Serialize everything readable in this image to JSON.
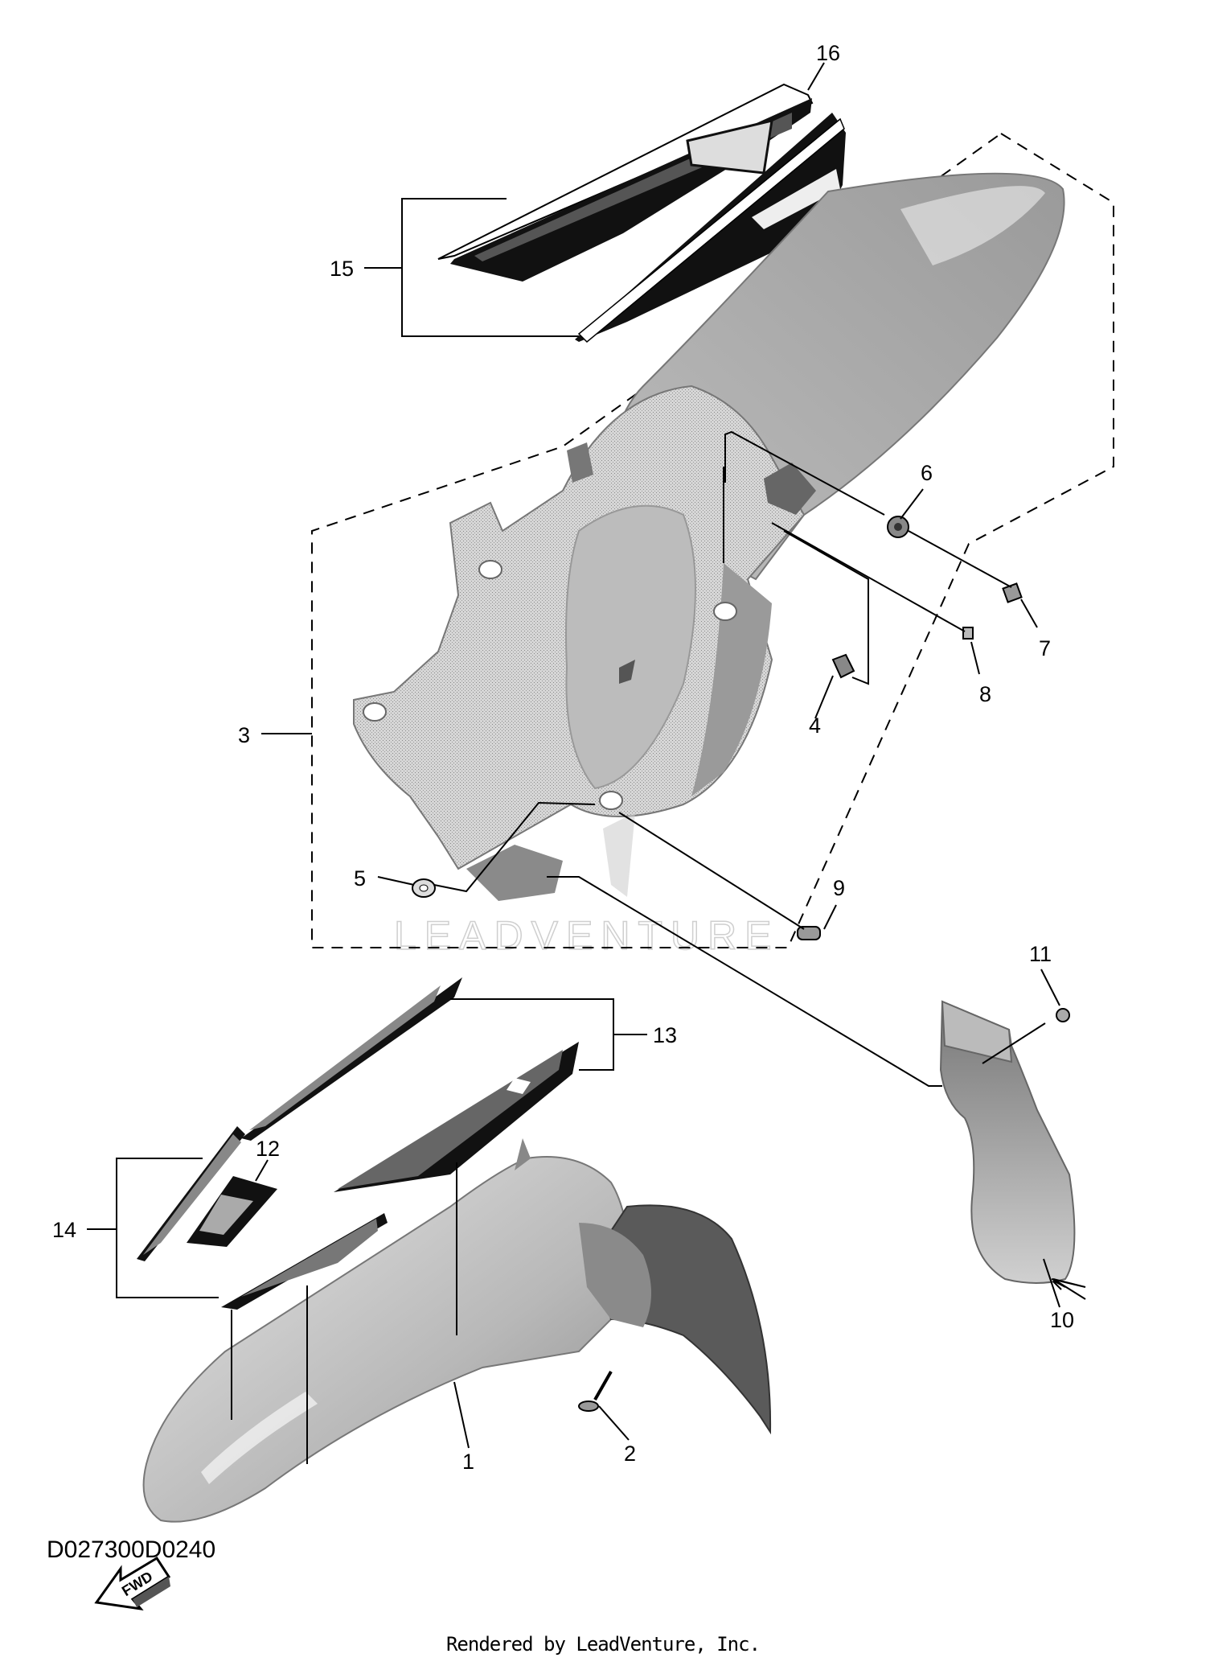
{
  "diagram_code": "D027300D0240",
  "credit": "Rendered by LeadVenture, Inc.",
  "watermark": "LEADVENTURE",
  "fwd_label": "FWD",
  "parts": [
    {
      "num": "1"
    },
    {
      "num": "2"
    },
    {
      "num": "3"
    },
    {
      "num": "4"
    },
    {
      "num": "5"
    },
    {
      "num": "6"
    },
    {
      "num": "7"
    },
    {
      "num": "8"
    },
    {
      "num": "9"
    },
    {
      "num": "10"
    },
    {
      "num": "11"
    },
    {
      "num": "12"
    },
    {
      "num": "13"
    },
    {
      "num": "14"
    },
    {
      "num": "15"
    },
    {
      "num": "16"
    }
  ],
  "colors": {
    "line": "#000000",
    "fender_fill": "#c4c4c4",
    "fender_dark": "#6a6a6a",
    "decal_dark": "#111111"
  }
}
